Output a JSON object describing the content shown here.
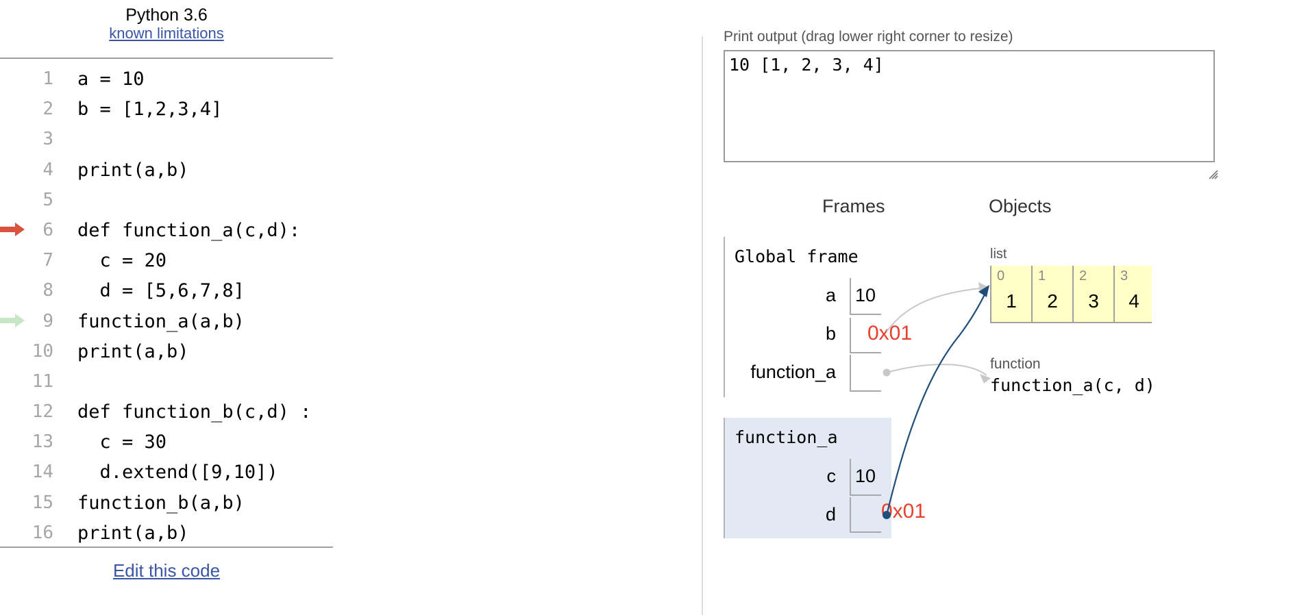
{
  "header": {
    "language": "Python 3.6",
    "limitations_link": "known limitations"
  },
  "code": {
    "lines": [
      {
        "no": "1",
        "text": "a = 10"
      },
      {
        "no": "2",
        "text": "b = [1,2,3,4]"
      },
      {
        "no": "3",
        "text": ""
      },
      {
        "no": "4",
        "text": "print(a,b)"
      },
      {
        "no": "5",
        "text": ""
      },
      {
        "no": "6",
        "text": "def function_a(c,d):"
      },
      {
        "no": "7",
        "text": "  c = 20"
      },
      {
        "no": "8",
        "text": "  d = [5,6,7,8]"
      },
      {
        "no": "9",
        "text": "function_a(a,b)"
      },
      {
        "no": "10",
        "text": "print(a,b)"
      },
      {
        "no": "11",
        "text": ""
      },
      {
        "no": "12",
        "text": "def function_b(c,d) :"
      },
      {
        "no": "13",
        "text": "  c = 30"
      },
      {
        "no": "14",
        "text": "  d.extend([9,10])"
      },
      {
        "no": "15",
        "text": "function_b(a,b)"
      },
      {
        "no": "16",
        "text": "print(a,b)"
      }
    ],
    "next_line_arrow_color": "#d9533e",
    "current_line_arrow_color": "#c7e6c7",
    "edit_link": "Edit this code"
  },
  "output": {
    "label": "Print output (drag lower right corner to resize)",
    "text": "10 [1, 2, 3, 4]"
  },
  "visualizer": {
    "frames_heading": "Frames",
    "objects_heading": "Objects",
    "global_frame": {
      "title": "Global frame",
      "vars": [
        {
          "name": "a",
          "value": "10"
        },
        {
          "name": "b",
          "value": "0x01"
        },
        {
          "name": "function_a",
          "value": ""
        }
      ]
    },
    "function_frame": {
      "title": "function_a",
      "vars": [
        {
          "name": "c",
          "value": "10"
        },
        {
          "name": "d",
          "value": "0x01"
        }
      ]
    },
    "list_object": {
      "type_label": "list",
      "indices": [
        "0",
        "1",
        "2",
        "3"
      ],
      "values": [
        "1",
        "2",
        "3",
        "4"
      ]
    },
    "function_object": {
      "type_label": "function",
      "signature": "function_a(c, d)"
    },
    "colors": {
      "pointer_text": "#e8402f",
      "active_pointer": "#1f4e79",
      "inactive_pointer": "#c8c8c8",
      "list_bg": "#ffffc6",
      "active_frame_bg": "#e3e9f3",
      "link": "#3a55a5"
    }
  }
}
